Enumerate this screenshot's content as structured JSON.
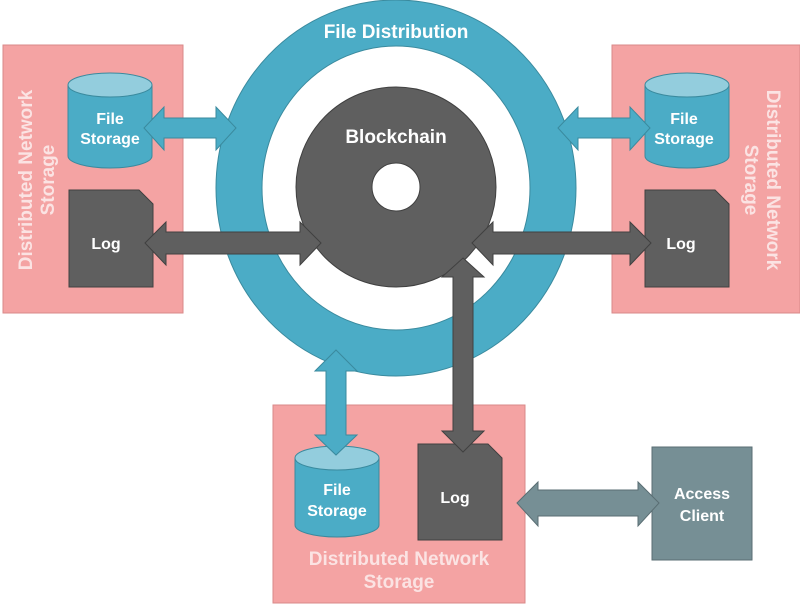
{
  "colors": {
    "pink_box": "#f4a3a3",
    "pink_stroke": "#d98a8a",
    "teal": "#4bacc6",
    "teal_stroke": "#3a8a9e",
    "teal_top": "#93cddd",
    "dark": "#5f5f5f",
    "dark_stroke": "#404040",
    "slate": "#768f95",
    "slate_stroke": "#5a6e73",
    "white": "#ffffff"
  },
  "ring": {
    "label": "File Distribution"
  },
  "core": {
    "label": "Blockchain"
  },
  "nodes": {
    "left": {
      "title_line1": "Distributed Network",
      "title_line2": "Storage",
      "storage_line1": "File",
      "storage_line2": "Storage",
      "log": "Log"
    },
    "right": {
      "title_line1": "Distributed Network",
      "title_line2": "Storage",
      "storage_line1": "File",
      "storage_line2": "Storage",
      "log": "Log"
    },
    "bottom": {
      "title_line1": "Distributed Network",
      "title_line2": "Storage",
      "storage_line1": "File",
      "storage_line2": "Storage",
      "log": "Log"
    }
  },
  "client": {
    "line1": "Access",
    "line2": "Client"
  }
}
